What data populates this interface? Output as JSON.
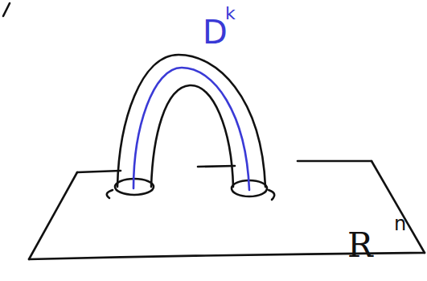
{
  "diagram": {
    "labels": [
      "D",
      "k",
      "R",
      "n"
    ]
  }
}
